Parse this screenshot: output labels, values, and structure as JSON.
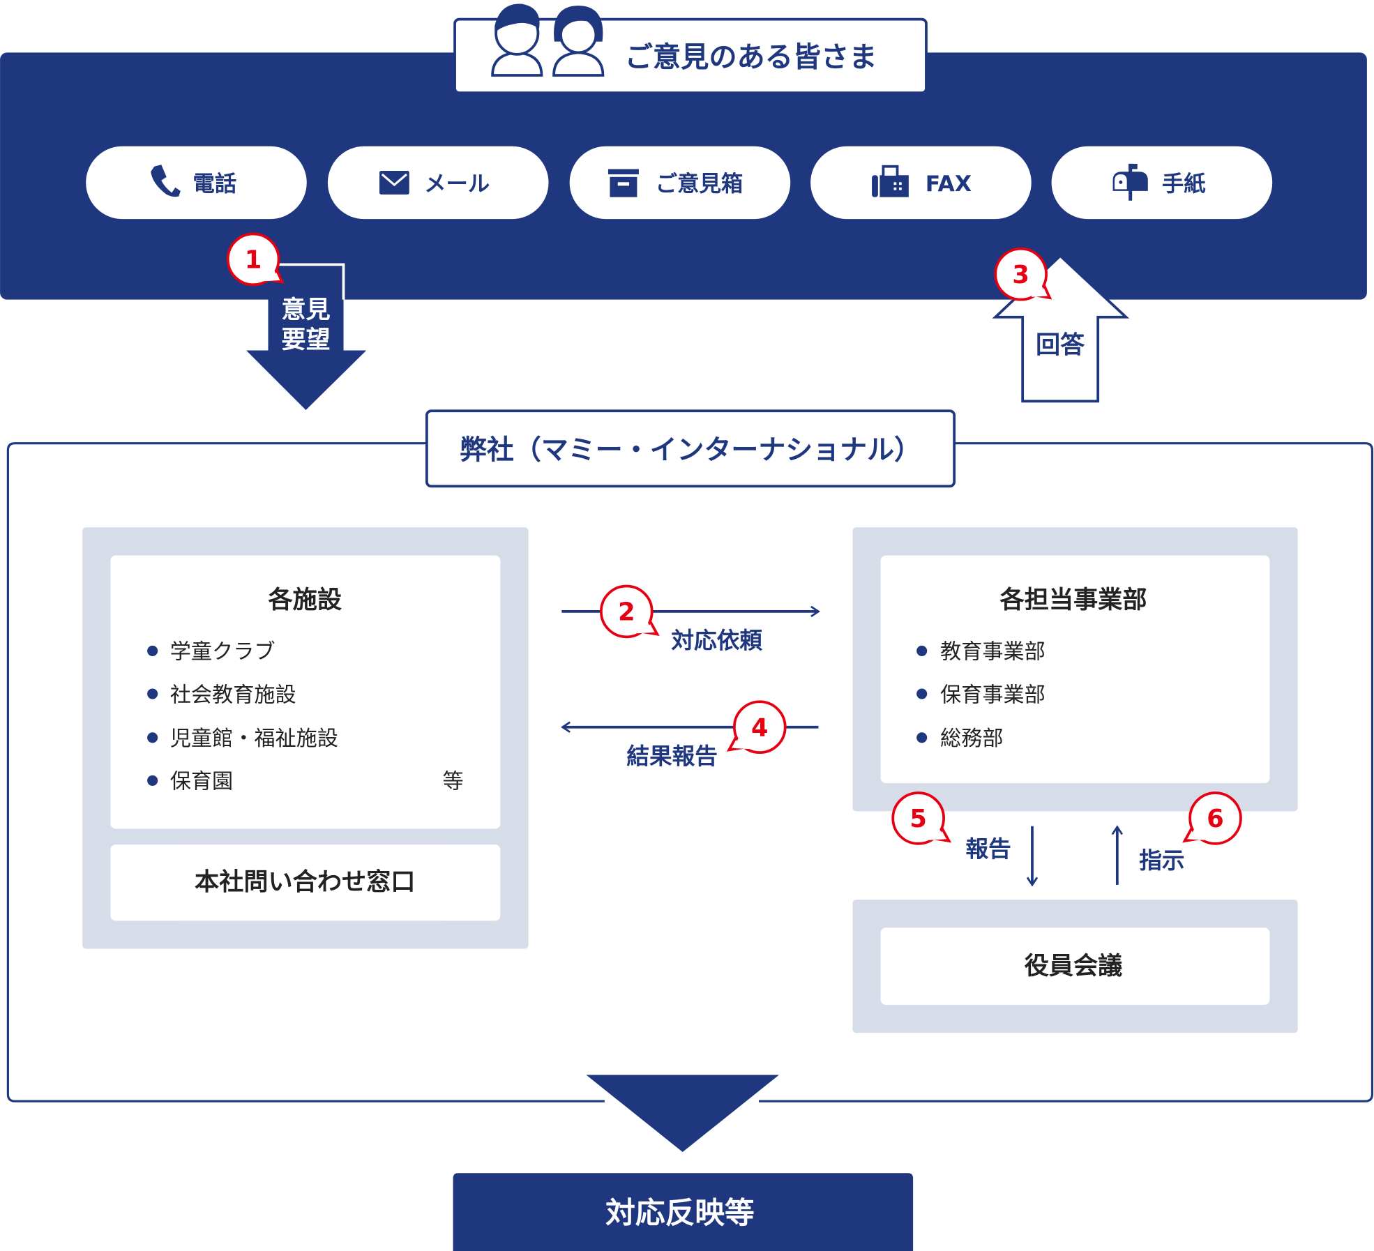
{
  "colors": {
    "navy": "#1e377e",
    "red": "#e60012",
    "panel_gray": "#d6dce8"
  },
  "header": {
    "title": "ご意見のある皆さま",
    "icon": "people-icon"
  },
  "channels": [
    {
      "label": "電話",
      "icon": "phone-icon"
    },
    {
      "label": "メール",
      "icon": "mail-icon"
    },
    {
      "label": "ご意見箱",
      "icon": "suggestion-box-icon"
    },
    {
      "label": "FAX",
      "icon": "fax-icon"
    },
    {
      "label": "手紙",
      "icon": "mailbox-icon"
    }
  ],
  "steps": {
    "s1": {
      "num": "1",
      "label_line1": "意見",
      "label_line2": "要望"
    },
    "s2": {
      "num": "2",
      "label": "対応依頼"
    },
    "s3": {
      "num": "3",
      "label": "回答"
    },
    "s4": {
      "num": "4",
      "label": "結果報告"
    },
    "s5": {
      "num": "5",
      "label": "報告"
    },
    "s6": {
      "num": "6",
      "label": "指示"
    }
  },
  "company": {
    "title": "弊社（マミー・インターナショナル）"
  },
  "facilities": {
    "title": "各施設",
    "items": [
      "学童クラブ",
      "社会教育施設",
      "児童館・福祉施設",
      "保育園"
    ],
    "etc": "等",
    "contact": "本社問い合わせ窓口"
  },
  "departments": {
    "title": "各担当事業部",
    "items": [
      "教育事業部",
      "保育事業部",
      "総務部"
    ]
  },
  "board": {
    "title": "役員会議"
  },
  "result": {
    "label": "対応反映等"
  }
}
